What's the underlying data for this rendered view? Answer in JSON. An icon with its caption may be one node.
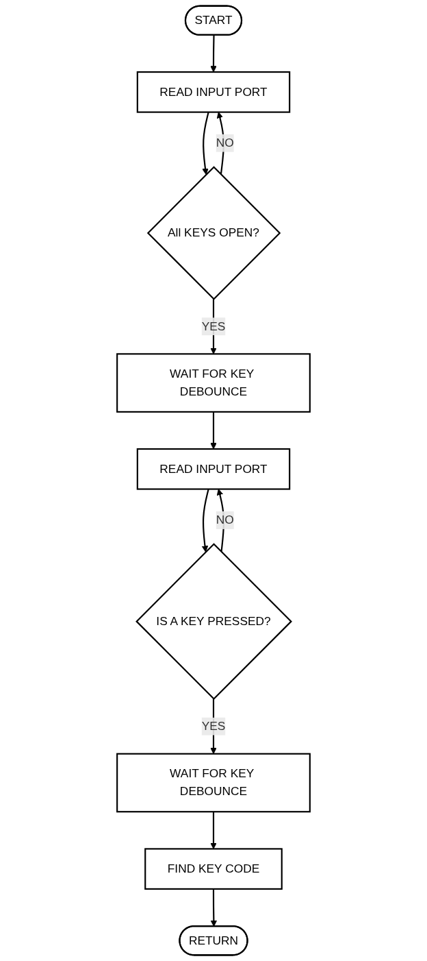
{
  "diagram": {
    "nodes": [
      {
        "text": [
          "START"
        ]
      },
      {
        "text": [
          "READ INPUT PORT"
        ]
      },
      {
        "text": [
          "All KEYS OPEN?"
        ]
      },
      {
        "text": [
          "WAIT FOR KEY DEBOUNCE"
        ]
      },
      {
        "text": [
          "READ INPUT PORT"
        ]
      },
      {
        "text": [
          "IS A KEY PRESSED?"
        ]
      },
      {
        "text": [
          "WAIT FOR KEY DEBOUNCE"
        ]
      },
      {
        "text": [
          "FIND KEY CODE"
        ]
      },
      {
        "text": [
          "RETURN"
        ]
      }
    ],
    "edges": [
      {
        "from": 0,
        "to": 1,
        "arrow": "to"
      },
      {
        "from": 1,
        "to": 2,
        "arrow": "to"
      },
      {
        "from": 2,
        "to": 1,
        "label": "NO",
        "arrow": "to"
      },
      {
        "from": 2,
        "to": 3,
        "label": "YES",
        "arrow": "to"
      },
      {
        "from": 3,
        "to": 4,
        "arrow": "to"
      },
      {
        "from": 4,
        "to": 5,
        "arrow": "to"
      },
      {
        "from": 5,
        "to": 4,
        "label": "NO",
        "arrow": "to"
      },
      {
        "from": 5,
        "to": 6,
        "label": "YES",
        "arrow": "to"
      },
      {
        "from": 6,
        "to": 7,
        "arrow": "to"
      },
      {
        "from": 7,
        "to": 8,
        "arrow": "to"
      }
    ]
  }
}
